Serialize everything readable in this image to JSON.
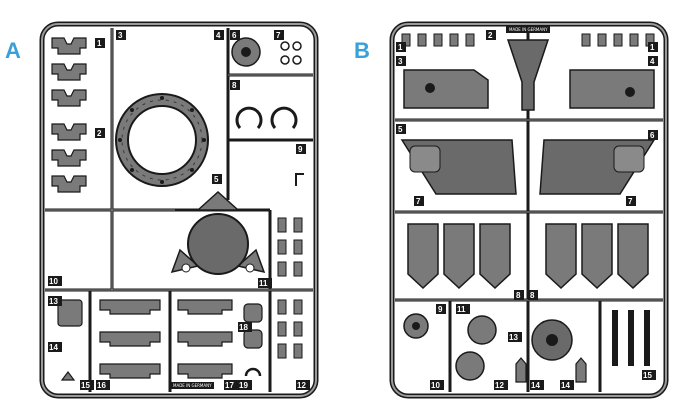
{
  "panels": [
    {
      "letter": "A",
      "stamp": "MADE IN GERMANY",
      "parts": [
        {
          "num": "1"
        },
        {
          "num": "2"
        },
        {
          "num": "3"
        },
        {
          "num": "4"
        },
        {
          "num": "5"
        },
        {
          "num": "6"
        },
        {
          "num": "7"
        },
        {
          "num": "8"
        },
        {
          "num": "9"
        },
        {
          "num": "10"
        },
        {
          "num": "11"
        },
        {
          "num": "12"
        },
        {
          "num": "13"
        },
        {
          "num": "14"
        },
        {
          "num": "15"
        },
        {
          "num": "16"
        },
        {
          "num": "17"
        },
        {
          "num": "18"
        },
        {
          "num": "19"
        }
      ]
    },
    {
      "letter": "B",
      "stamp": "MADE IN GERMANY",
      "parts": [
        {
          "num": "1"
        },
        {
          "num": "1"
        },
        {
          "num": "2"
        },
        {
          "num": "3"
        },
        {
          "num": "4"
        },
        {
          "num": "5"
        },
        {
          "num": "6"
        },
        {
          "num": "7"
        },
        {
          "num": "7"
        },
        {
          "num": "8"
        },
        {
          "num": "8"
        },
        {
          "num": "9"
        },
        {
          "num": "10"
        },
        {
          "num": "11"
        },
        {
          "num": "12"
        },
        {
          "num": "13"
        },
        {
          "num": "14"
        },
        {
          "num": "14"
        },
        {
          "num": "15"
        }
      ]
    }
  ],
  "colors": {
    "letter": "#3aa0d8",
    "plastic": "#7a7a7a",
    "outline": "#1a1a1a",
    "sprue": "#8c8c8c"
  }
}
